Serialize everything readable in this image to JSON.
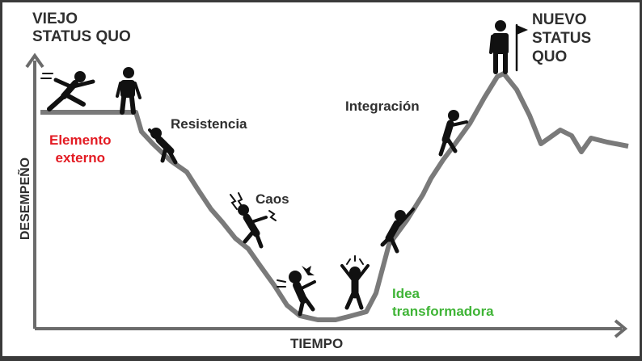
{
  "labels": {
    "old_status": "VIEJO\nSTATUS QUO",
    "new_status": "NUEVO\nSTATUS\nQUO",
    "external": "Elemento\nexterno",
    "resistance": "Resistencia",
    "chaos": "Caos",
    "integration": "Integración",
    "transform_idea": "Idea\ntransformadora"
  },
  "axes": {
    "x_label": "TIEMPO",
    "y_label": "DESEMPEÑO"
  },
  "colors": {
    "curve": "#7a7a7a",
    "red": "#e31b23",
    "green": "#3fb436",
    "figure": "#111111"
  },
  "icons": [
    "running-figure-icon",
    "standing-figure-icon",
    "climbing-figure-icon",
    "chaos-figure-icon",
    "confused-figure-icon",
    "jumping-figure-icon",
    "leader-flag-icon"
  ]
}
